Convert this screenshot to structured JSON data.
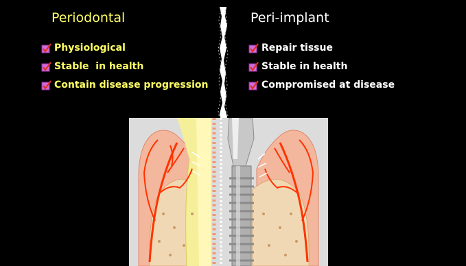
{
  "slide": {
    "background": "#000000",
    "left_heading": "Periodontal",
    "right_heading": "Peri-implant",
    "left_color": "#ffff66",
    "right_color": "#ffffff",
    "checkbox_icon": "checkbox-checked-icon",
    "left_items": [
      "Physiological",
      "Stable  in health",
      "Contain disease progression"
    ],
    "right_items": [
      "Repair tissue",
      "Stable in health",
      "Compromised at disease"
    ]
  },
  "illustration": {
    "subject": "Cross-section of tooth (left half) and dental implant (right half) in gingiva and bone",
    "colors": {
      "gingiva": "#f3b79d",
      "vessels": "#ff3300",
      "bone": "#f1d8b4",
      "tooth": "#f5ef9a",
      "implant": "#b8b8b8",
      "background": "#dcdcdc"
    }
  }
}
